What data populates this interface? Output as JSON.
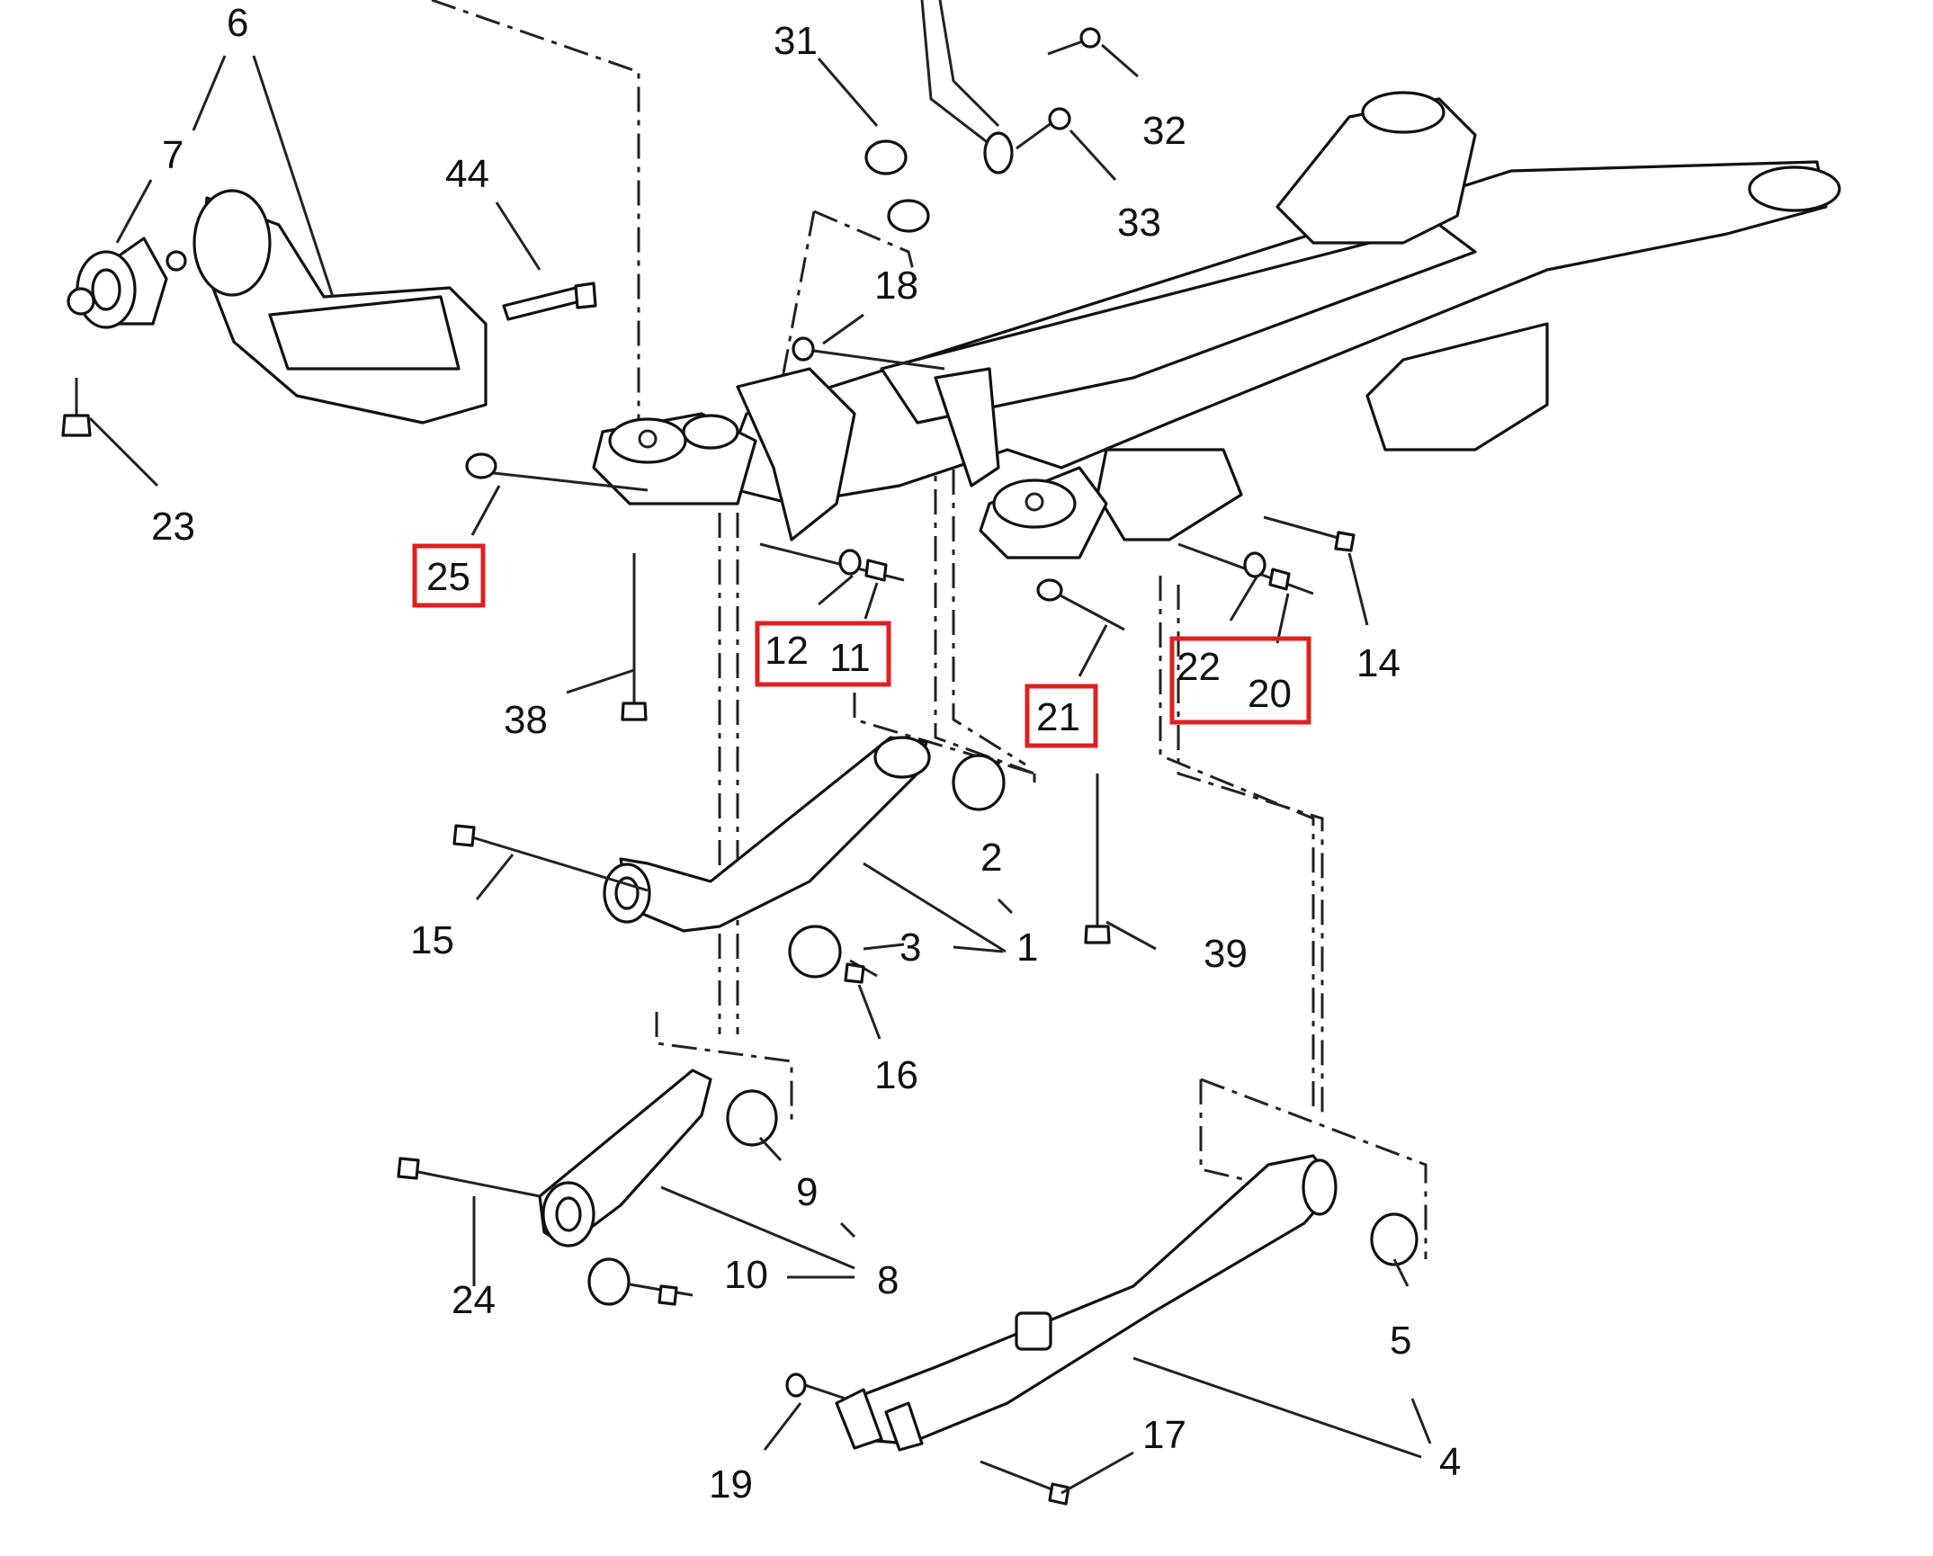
{
  "diagram": {
    "highlight_color": "#e02020",
    "callouts": [
      {
        "id": "1",
        "text": "1"
      },
      {
        "id": "2",
        "text": "2"
      },
      {
        "id": "3",
        "text": "3"
      },
      {
        "id": "4",
        "text": "4"
      },
      {
        "id": "5",
        "text": "5"
      },
      {
        "id": "6",
        "text": "6"
      },
      {
        "id": "7",
        "text": "7"
      },
      {
        "id": "8",
        "text": "8"
      },
      {
        "id": "9",
        "text": "9"
      },
      {
        "id": "10",
        "text": "10"
      },
      {
        "id": "11",
        "text": "11"
      },
      {
        "id": "12",
        "text": "12"
      },
      {
        "id": "14",
        "text": "14"
      },
      {
        "id": "15",
        "text": "15"
      },
      {
        "id": "16",
        "text": "16"
      },
      {
        "id": "17",
        "text": "17"
      },
      {
        "id": "18",
        "text": "18"
      },
      {
        "id": "19",
        "text": "19"
      },
      {
        "id": "20",
        "text": "20"
      },
      {
        "id": "21",
        "text": "21"
      },
      {
        "id": "22",
        "text": "22"
      },
      {
        "id": "23",
        "text": "23"
      },
      {
        "id": "24",
        "text": "24"
      },
      {
        "id": "25",
        "text": "25"
      },
      {
        "id": "31",
        "text": "31"
      },
      {
        "id": "32",
        "text": "32"
      },
      {
        "id": "33",
        "text": "33"
      },
      {
        "id": "38",
        "text": "38"
      },
      {
        "id": "39",
        "text": "39"
      },
      {
        "id": "44",
        "text": "44"
      }
    ],
    "highlighted_groups": [
      [
        "25"
      ],
      [
        "12",
        "11"
      ],
      [
        "21"
      ],
      [
        "22",
        "20"
      ]
    ]
  }
}
